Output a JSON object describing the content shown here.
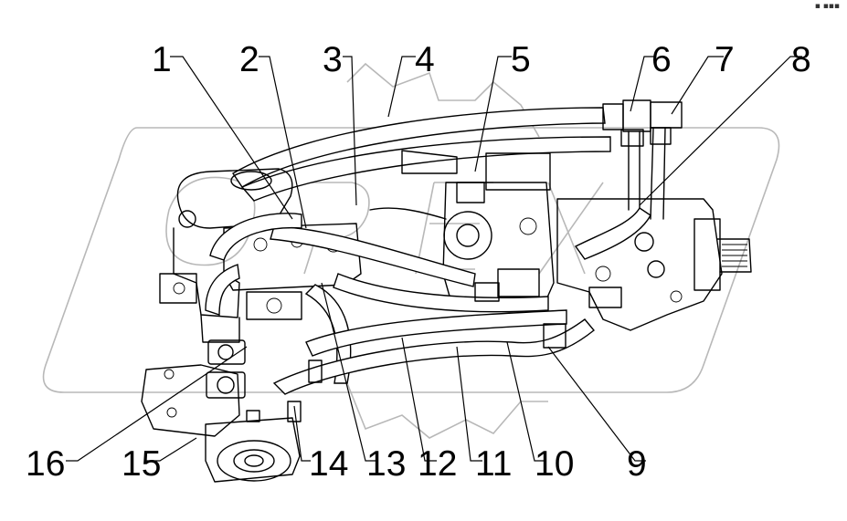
{
  "callouts": [
    "1",
    "2",
    "3",
    "4",
    "5",
    "6",
    "7",
    "8",
    "9",
    "10",
    "11",
    "12",
    "13",
    "14",
    "15",
    "16"
  ],
  "corner_mark": "▪ ▪▪▪",
  "watermark": "OPEX"
}
